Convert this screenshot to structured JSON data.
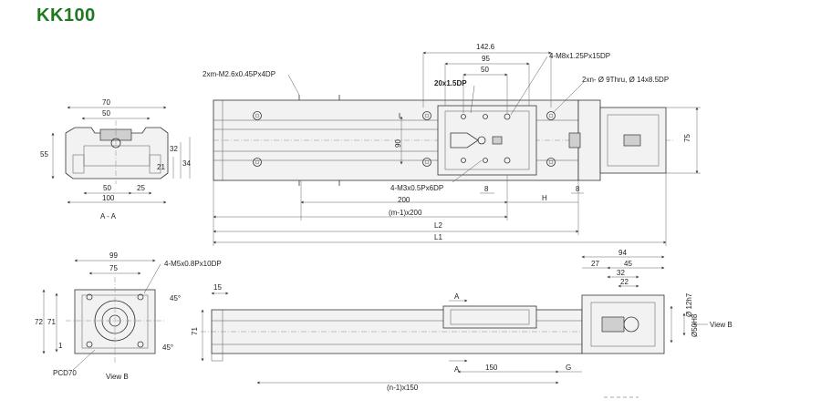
{
  "title": "KK100",
  "labels": {
    "a_a": "A - A",
    "view_b_caption": "View B",
    "view_b_arrow": "View B",
    "pcd": "PCD70",
    "section_a_top": "A",
    "section_a_bottom": "A",
    "g": "G",
    "h": "H"
  },
  "callouts": {
    "m26": "2xm-M2.6x0.45Px4DP",
    "m8": "4-M8x1.25Px15DP",
    "thru": "2xn- Ø 9Thru, Ø 14x8.5DP",
    "m3": "4-M3x0.5Px6DP",
    "m5": "4-M5x0.8Px10DP",
    "dp20": "20x1.5DP"
  },
  "dims": {
    "d142_6": "142.6",
    "d95": "95",
    "d50_top": "50",
    "d90": "90",
    "d75_right": "75",
    "d8_a": "8",
    "d8_b": "8",
    "d200": "200",
    "m1x200": "(m-1)x200",
    "l2": "L2",
    "l1": "L1",
    "sec70": "70",
    "sec50_top": "50",
    "sec55": "55",
    "sec21": "21",
    "sec32": "32",
    "sec34": "34",
    "sec50_bot": "50",
    "sec25": "25",
    "sec100": "100",
    "vb99": "99",
    "vb75": "75",
    "vb72": "72",
    "vb71": "71",
    "vb1": "1",
    "vb45a": "45°",
    "vb45b": "45°",
    "s15": "15",
    "s71": "71",
    "s150": "150",
    "n1x150": "(n-1)x150",
    "s94": "94",
    "s27": "27",
    "s45": "45",
    "s32": "32",
    "s22": "22",
    "s12h7": "Ø 12h7",
    "s50h8": "Ø50H8"
  }
}
